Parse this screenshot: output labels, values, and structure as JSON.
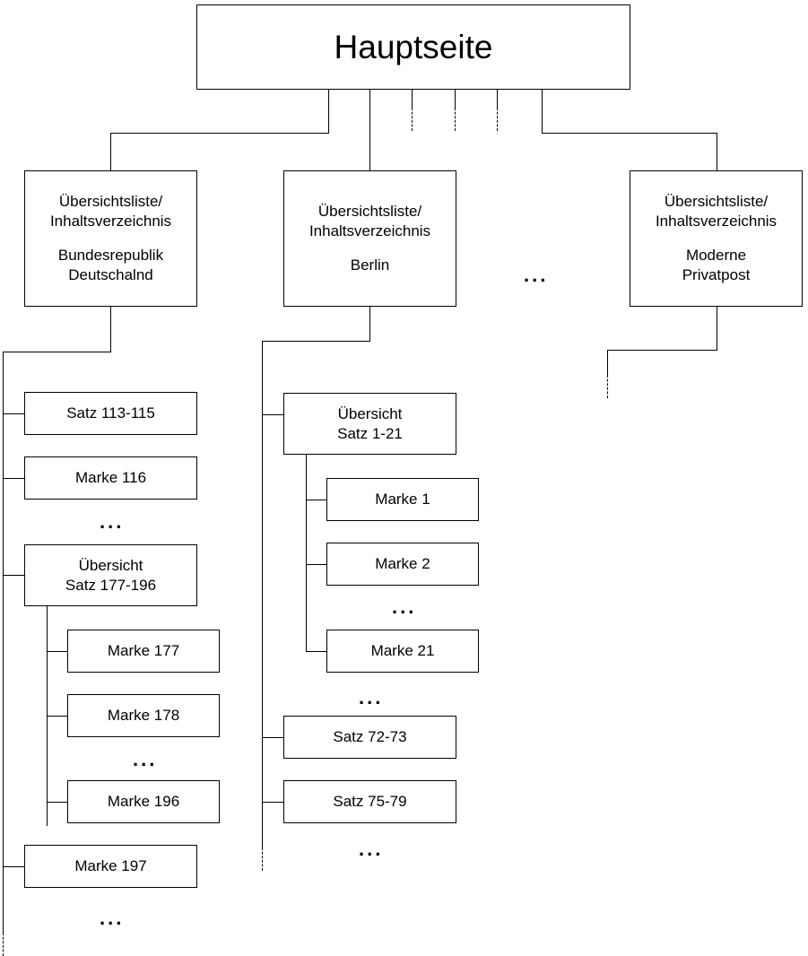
{
  "diagram": {
    "title": "Hauptseite",
    "root": {
      "label": "Hauptseite"
    },
    "level2": [
      {
        "header1": "Übersichtsliste/",
        "header2": "Inhaltsverzeichnis",
        "name1": "Bundesrepublik",
        "name2": "Deutschalnd"
      },
      {
        "header1": "Übersichtsliste/",
        "header2": "Inhaltsverzeichnis",
        "name1": "Berlin",
        "name2": ""
      },
      {
        "header1": "Übersichtsliste/",
        "header2": "Inhaltsverzeichnis",
        "name1": "Moderne",
        "name2": "Privatpost"
      }
    ],
    "ellipsis": {
      "between_lvl2": "...",
      "left_after_marke116": "...",
      "left_after_marke178": "...",
      "left_after_marke197": "...",
      "mid_after_marke2": "...",
      "mid_after_marke21": "...",
      "mid_after_satz7579": "..."
    },
    "branch_bundesrepublik": {
      "items": [
        {
          "line1": "Satz 113-115",
          "line2": ""
        },
        {
          "line1": "Marke 116",
          "line2": ""
        },
        {
          "line1": "Übersicht",
          "line2": "Satz 177-196"
        },
        {
          "line1": "Marke 197",
          "line2": ""
        }
      ],
      "subitems": [
        {
          "line1": "Marke 177"
        },
        {
          "line1": "Marke 178"
        },
        {
          "line1": "Marke 196"
        }
      ]
    },
    "branch_berlin": {
      "items": [
        {
          "line1": "Übersicht",
          "line2": "Satz 1-21"
        },
        {
          "line1": "Satz 72-73",
          "line2": ""
        },
        {
          "line1": "Satz 75-79",
          "line2": ""
        }
      ],
      "subitems": [
        {
          "line1": "Marke 1"
        },
        {
          "line1": "Marke 2"
        },
        {
          "line1": "Marke 21"
        }
      ]
    },
    "colors": {
      "line": "#000000",
      "box_fill": "#ffffff",
      "text": "#000000"
    }
  }
}
